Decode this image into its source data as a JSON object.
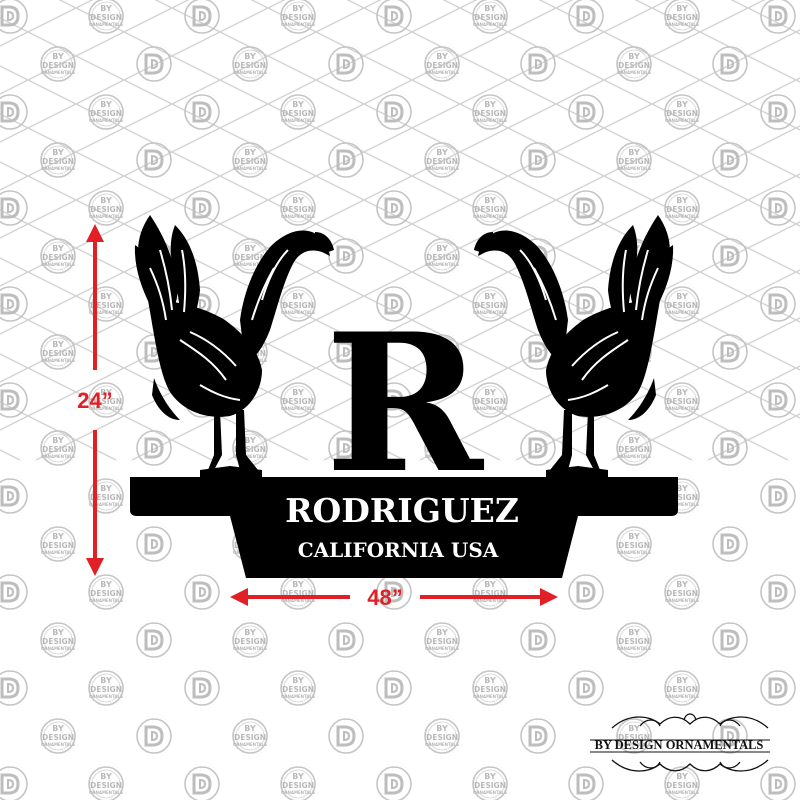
{
  "watermark": {
    "line1": "BY",
    "line2": "DESIGN",
    "line3": "ORNAMENTALS",
    "monogram_icon": "bd-monogram-icon",
    "color": "#b9b9b9"
  },
  "sign": {
    "monogram": "R",
    "name": "RODRIGUEZ",
    "subtitle": "CALIFORNIA USA",
    "left_figure": "rooster-left-icon",
    "right_figure": "rooster-right-icon",
    "fill_color": "#000000"
  },
  "dimensions": {
    "height_label": "24”",
    "width_label": "48”",
    "color": "#e01f26"
  },
  "brand": {
    "text": "BY DESIGN ORNAMENTALS",
    "ornament_icon": "flourish-ornament-icon"
  }
}
